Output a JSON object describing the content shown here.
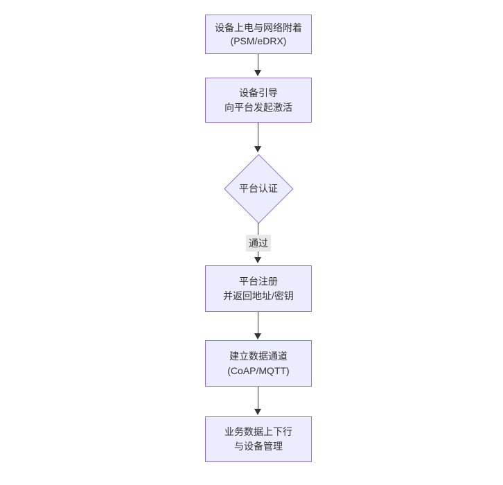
{
  "diagram": {
    "type": "flowchart",
    "direction": "top-down",
    "colors": {
      "node_fill": "#ECECFF",
      "node_border": "#9370DB",
      "arrow": "#333333",
      "text": "#333333",
      "edge_label_bg": "#e8e8e8",
      "background": "#ffffff"
    },
    "nodes": [
      {
        "id": "power-attach",
        "shape": "rect",
        "line1": "设备上电与网络附着",
        "line2": "(PSM/eDRX)"
      },
      {
        "id": "bootstrap",
        "shape": "rect",
        "line1": "设备引导",
        "line2": "向平台发起激活"
      },
      {
        "id": "platform-auth",
        "shape": "diamond",
        "line1": "平台认证"
      },
      {
        "id": "register",
        "shape": "rect",
        "line1": "平台注册",
        "line2": "并返回地址/密钥"
      },
      {
        "id": "data-channel",
        "shape": "rect",
        "line1": "建立数据通道",
        "line2": "(CoAP/MQTT)"
      },
      {
        "id": "business",
        "shape": "rect",
        "line1": "业务数据上下行",
        "line2": "与设备管理"
      }
    ],
    "edges": [
      {
        "from": "power-attach",
        "to": "bootstrap",
        "label": ""
      },
      {
        "from": "bootstrap",
        "to": "platform-auth",
        "label": ""
      },
      {
        "from": "platform-auth",
        "to": "register",
        "label": "通过"
      },
      {
        "from": "register",
        "to": "data-channel",
        "label": ""
      },
      {
        "from": "data-channel",
        "to": "business",
        "label": ""
      }
    ]
  }
}
